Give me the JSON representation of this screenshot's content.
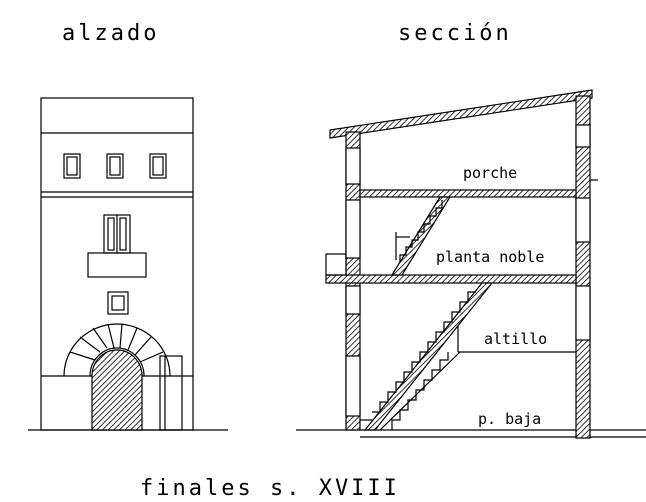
{
  "titles": {
    "elevation": "alzado",
    "section": "sección"
  },
  "labels": {
    "porche": "porche",
    "planta_noble": "planta noble",
    "altillo": "altillo",
    "p_baja": "p. baja"
  },
  "caption": "finales s. XVIII",
  "colors": {
    "line": "#000000",
    "hatch": "#000000",
    "background": "#ffffff"
  }
}
